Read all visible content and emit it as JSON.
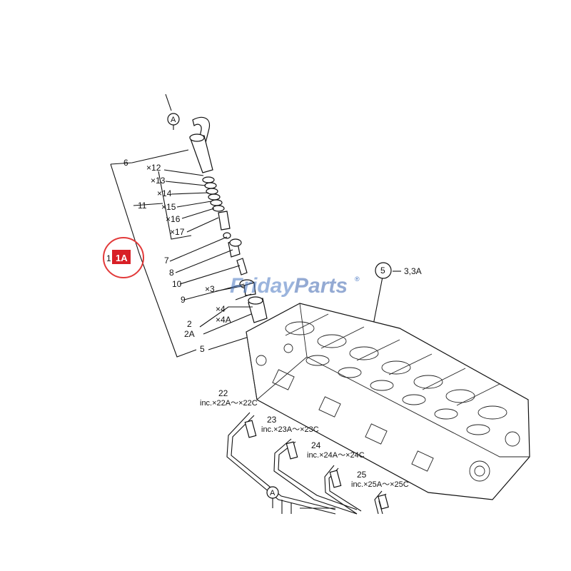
{
  "highlight": {
    "label": "1A",
    "box_color": "#d81f26",
    "circle_color": "#e23a3a"
  },
  "watermark": {
    "text_main": "Friday",
    "text_accent": "Parts",
    "mark": "®",
    "color": "#4a78c2"
  },
  "labels": {
    "l6": "6",
    "l12": "12",
    "l13": "13",
    "l14": "14",
    "l15": "15",
    "l16": "16",
    "l17": "17",
    "l11": "11",
    "l7": "7",
    "l8": "8",
    "l10": "10",
    "l9": "9",
    "l3": "3",
    "l4": "4",
    "l4a": "4A",
    "l2": "2",
    "l2a": "2A",
    "l5": "5",
    "l53": "3,3A",
    "c5": "5",
    "l22": "22",
    "l22s": "inc.×22A～×22C",
    "l23": "23",
    "l23s": "inc.×23A～×23C",
    "l24": "24",
    "l24s": "inc.×24A～×24C",
    "l25": "25",
    "l25s": "inc.×25A～×25C",
    "ptA1": "A",
    "ptA2": "A",
    "x": "×"
  }
}
